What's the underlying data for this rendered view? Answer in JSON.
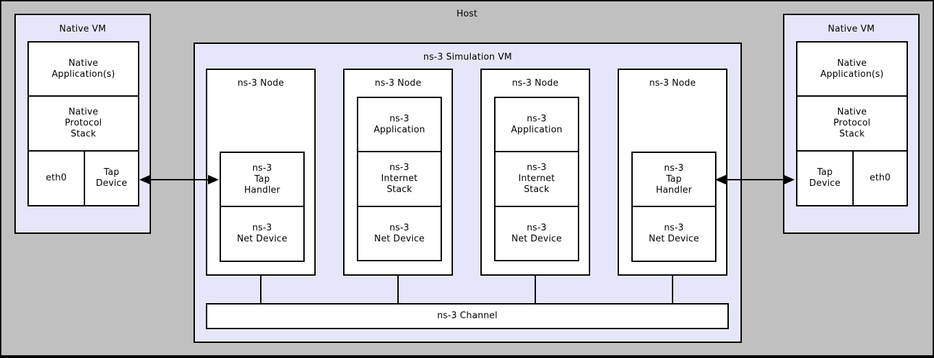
{
  "host": {
    "label": "Host"
  },
  "native_vm_left": {
    "title": "Native VM",
    "application": "Native\nApplication(s)",
    "protocol_stack": "Native\nProtocol\nStack",
    "nic": "eth0",
    "tap_device": "Tap\nDevice"
  },
  "native_vm_right": {
    "title": "Native VM",
    "application": "Native\nApplication(s)",
    "protocol_stack": "Native\nProtocol\nStack",
    "nic": "eth0",
    "tap_device": "Tap\nDevice"
  },
  "simulation_vm": {
    "title": "ns-3 Simulation VM",
    "channel": "ns-3 Channel",
    "nodes": [
      {
        "title": "ns-3 Node",
        "boxes": [
          "ns-3\nTap\nHandler",
          "ns-3\nNet Device"
        ]
      },
      {
        "title": "ns-3 Node",
        "boxes": [
          "ns-3\nApplication",
          "ns-3\nInternet\nStack",
          "ns-3\nNet Device"
        ]
      },
      {
        "title": "ns-3 Node",
        "boxes": [
          "ns-3\nApplication",
          "ns-3\nInternet\nStack",
          "ns-3\nNet Device"
        ]
      },
      {
        "title": "ns-3 Node",
        "boxes": [
          "ns-3\nTap\nHandler",
          "ns-3\nNet Device"
        ]
      }
    ]
  },
  "colors": {
    "host_bg": "#c0c0c0",
    "vm_bg": "#e6e6fa",
    "box_bg": "#ffffff",
    "line": "#000000"
  }
}
